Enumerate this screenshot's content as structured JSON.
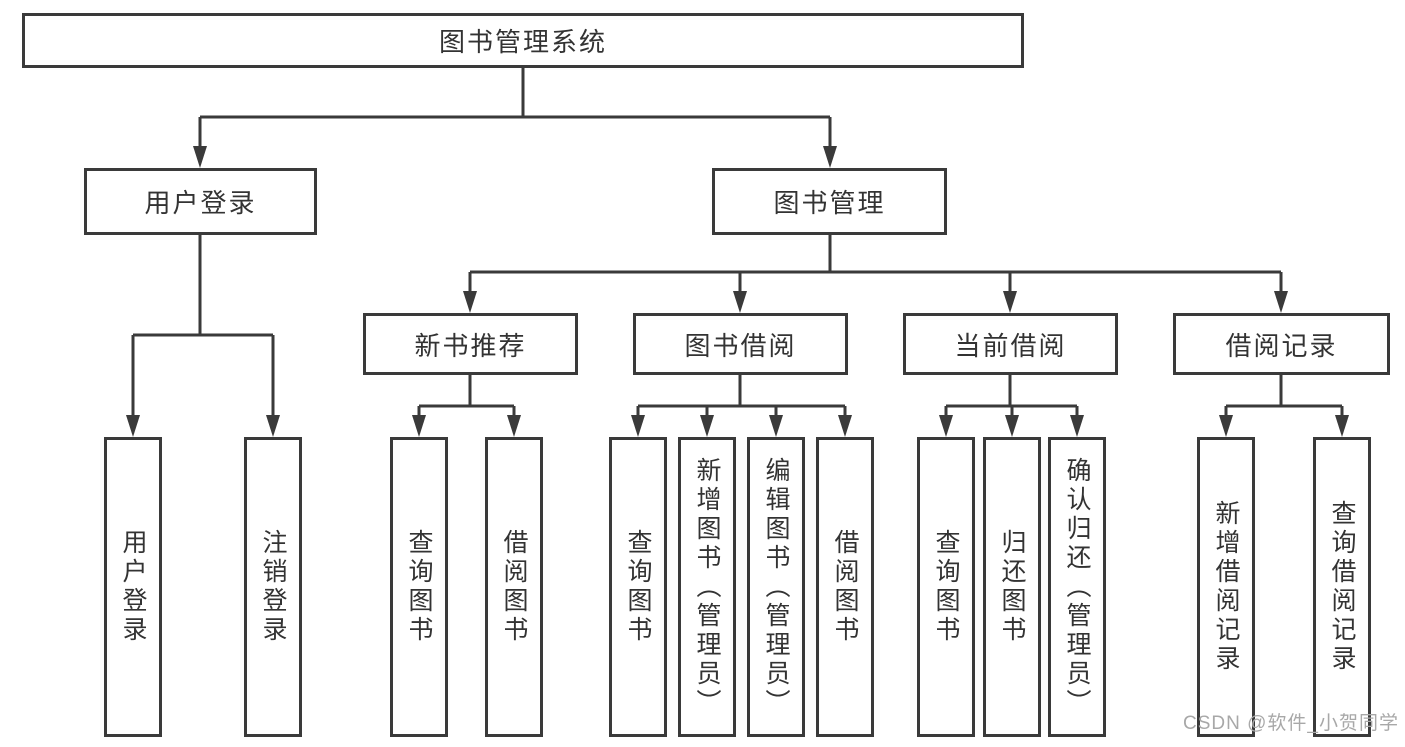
{
  "colors": {
    "line": "#3a3a3a",
    "text": "#333333",
    "box_bg": "#ffffff",
    "watermark": "#a8a8a8"
  },
  "watermark": "CSDN @软件_小贺同学",
  "nodes": {
    "root": "图书管理系统",
    "user_login": "用户登录",
    "book_mgmt": "图书管理",
    "new_books": "新书推荐",
    "book_borrow": "图书借阅",
    "current_borrow": "当前借阅",
    "borrow_records": "借阅记录",
    "leaf_user_login": "用户登录",
    "leaf_logout": "注销登录",
    "nb_query_books": "查询图书",
    "nb_borrow_books": "借阅图书",
    "bb_query_books": "查询图书",
    "bb_add_books": "新增图书（管理员）",
    "bb_edit_books": "编辑图书（管理员）",
    "bb_borrow_books": "借阅图书",
    "cb_query_books": "查询图书",
    "cb_return_books": "归还图书",
    "cb_confirm_return": "确认归还（管理员）",
    "br_add_record": "新增借阅记录",
    "br_query_record": "查询借阅记录"
  }
}
